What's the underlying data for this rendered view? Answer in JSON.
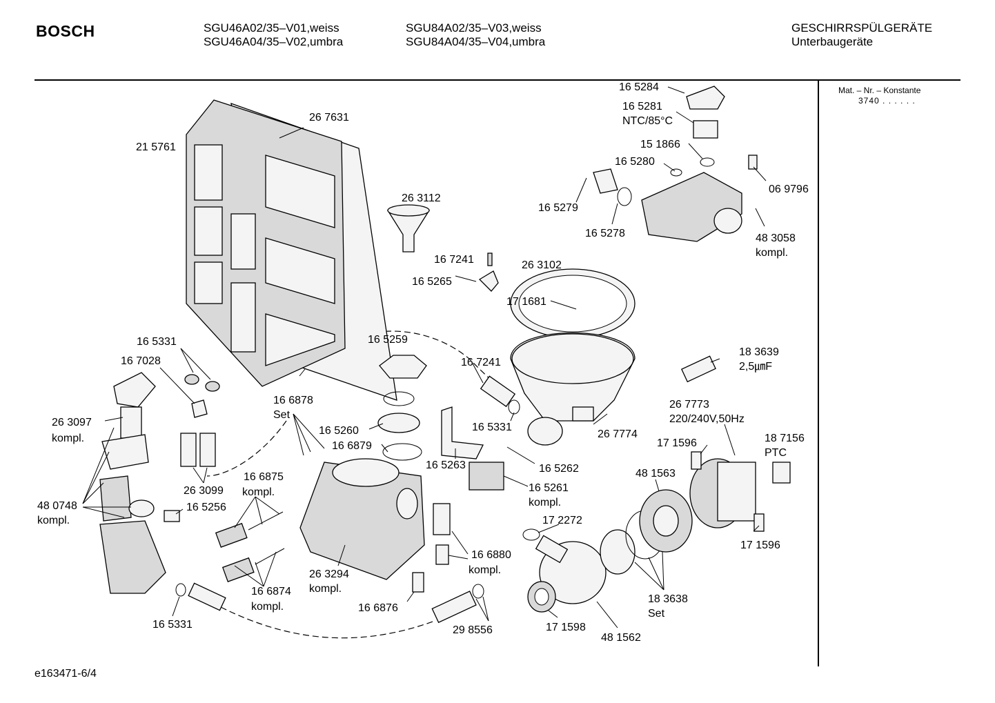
{
  "header": {
    "brand": "BOSCH",
    "models_col1": [
      "SGU46A02/35–V01,weiss",
      "SGU46A04/35–V02,umbra"
    ],
    "models_col2": [
      "SGU84A02/35–V03,weiss",
      "SGU84A04/35–V04,umbra"
    ],
    "category": "GESCHIRRSPÜLGERÄTE",
    "subcategory": "Unterbaugeräte"
  },
  "sidebar": {
    "label": "Mat. – Nr. – Konstante",
    "value": "3740  .  .  .  .  .  ."
  },
  "footer": {
    "code": "e163471-6/4"
  },
  "labels": [
    {
      "id": "l01",
      "t": "16 5284"
    },
    {
      "id": "l02",
      "t": "16 5281"
    },
    {
      "id": "l03",
      "t": "NTC/85°C"
    },
    {
      "id": "l04",
      "t": "15 1866"
    },
    {
      "id": "l05",
      "t": "16 5280"
    },
    {
      "id": "l06",
      "t": "06 9796"
    },
    {
      "id": "l07",
      "t": "16 5279"
    },
    {
      "id": "l08",
      "t": "16 5278"
    },
    {
      "id": "l09",
      "t": "48 3058"
    },
    {
      "id": "l10",
      "t": "kompl."
    },
    {
      "id": "l11",
      "t": "26 7631"
    },
    {
      "id": "l12",
      "t": "21 5761"
    },
    {
      "id": "l13",
      "t": "26 3112"
    },
    {
      "id": "l14",
      "t": "16 7241"
    },
    {
      "id": "l15",
      "t": "26 3102"
    },
    {
      "id": "l16",
      "t": "16 5265"
    },
    {
      "id": "l17",
      "t": "17 1681"
    },
    {
      "id": "l18",
      "t": "16 5331"
    },
    {
      "id": "l19",
      "t": "16 5259"
    },
    {
      "id": "l20",
      "t": "16 7241"
    },
    {
      "id": "l21",
      "t": "18 3639"
    },
    {
      "id": "l22",
      "t": "2,5㎛F"
    },
    {
      "id": "l23",
      "t": "16 7028"
    },
    {
      "id": "l24",
      "t": "16 6878"
    },
    {
      "id": "l25",
      "t": "Set"
    },
    {
      "id": "l26",
      "t": "16 5331"
    },
    {
      "id": "l27",
      "t": "26 7774"
    },
    {
      "id": "l28",
      "t": "26 7773"
    },
    {
      "id": "l29",
      "t": "220/240V,50Hz"
    },
    {
      "id": "l30",
      "t": "26 3097"
    },
    {
      "id": "l31",
      "t": "kompl."
    },
    {
      "id": "l32",
      "t": "16 5260"
    },
    {
      "id": "l33",
      "t": "16 6879"
    },
    {
      "id": "l34",
      "t": "17 1596"
    },
    {
      "id": "l35",
      "t": "18 7156"
    },
    {
      "id": "l36",
      "t": "PTC"
    },
    {
      "id": "l37",
      "t": "16 5263"
    },
    {
      "id": "l38",
      "t": "16 5262"
    },
    {
      "id": "l39",
      "t": "48 1563"
    },
    {
      "id": "l40",
      "t": "26 3099"
    },
    {
      "id": "l41",
      "t": "16 6875"
    },
    {
      "id": "l42",
      "t": "kompl."
    },
    {
      "id": "l43",
      "t": "16 5261"
    },
    {
      "id": "l44",
      "t": "kompl."
    },
    {
      "id": "l45",
      "t": "48 0748"
    },
    {
      "id": "l46",
      "t": "kompl."
    },
    {
      "id": "l47",
      "t": "16 5256"
    },
    {
      "id": "l48",
      "t": "17 2272"
    },
    {
      "id": "l49",
      "t": "17 1596"
    },
    {
      "id": "l50",
      "t": "16 6880"
    },
    {
      "id": "l51",
      "t": "kompl."
    },
    {
      "id": "l52",
      "t": "26 3294"
    },
    {
      "id": "l53",
      "t": "kompl."
    },
    {
      "id": "l54",
      "t": "16 6874"
    },
    {
      "id": "l55",
      "t": "kompl."
    },
    {
      "id": "l56",
      "t": "18 3638"
    },
    {
      "id": "l57",
      "t": "Set"
    },
    {
      "id": "l58",
      "t": "16 6876"
    },
    {
      "id": "l59",
      "t": "16 5331"
    },
    {
      "id": "l60",
      "t": "29 8556"
    },
    {
      "id": "l61",
      "t": "17 1598"
    },
    {
      "id": "l62",
      "t": "48 1562"
    }
  ]
}
